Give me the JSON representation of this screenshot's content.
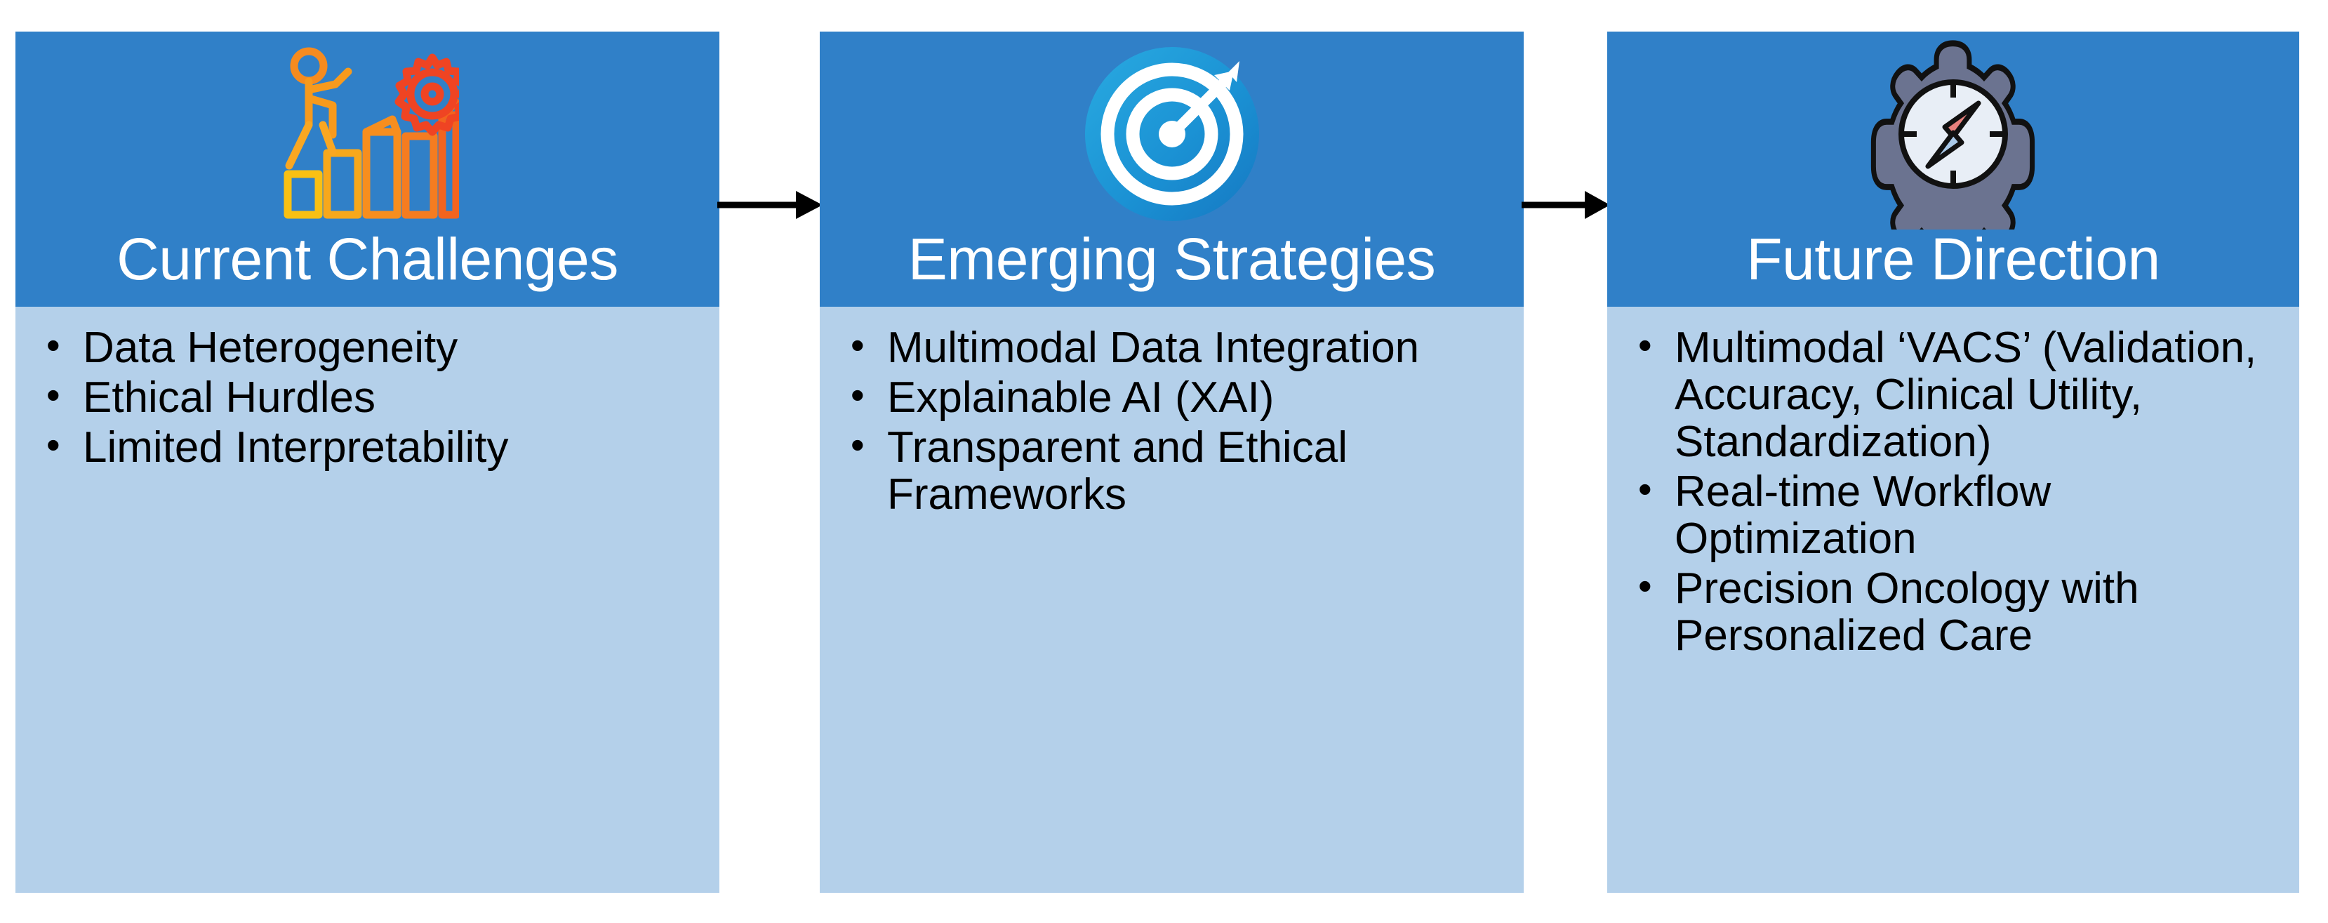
{
  "diagram": {
    "type": "process-flow",
    "direction": "left-to-right",
    "connector_color": "#000000",
    "header_color": "#3080c8",
    "body_color": "#b4d0ea",
    "title_color": "#ffffff",
    "text_color": "#000000"
  },
  "stages": [
    {
      "id": "current-challenges",
      "title": "Current Challenges",
      "icon": "person-climbing-bar-chart-gear-icon",
      "icon_colors": [
        "#f7a81b",
        "#f57c20",
        "#ef4423"
      ],
      "bullets": [
        "Data Heterogeneity",
        "Ethical Hurdles",
        "Limited Interpretability"
      ]
    },
    {
      "id": "emerging-strategies",
      "title": "Emerging Strategies",
      "icon": "target-bullseye-arrow-icon",
      "icon_colors": [
        "#2196d3",
        "#1b9ad6",
        "#ffffff"
      ],
      "bullets": [
        "Multimodal Data Integration",
        "Explainable AI (XAI)",
        "Transparent and Ethical Frameworks"
      ]
    },
    {
      "id": "future-direction",
      "title": "Future Direction",
      "icon": "compass-in-gear-icon",
      "icon_colors": [
        "#6b7390",
        "#e8eef6",
        "#e8807d",
        "#a9c9e8"
      ],
      "bullets": [
        "Multimodal ‘VACS’ (Validation, Accuracy, Clinical Utility, Standardization)",
        "Real-time Workflow Optimization",
        "Precision Oncology with Personalized Care"
      ]
    }
  ],
  "connectors": [
    {
      "id": "arrow-challenges-to-strategies",
      "from": "current-challenges",
      "to": "emerging-strategies",
      "glyph": "arrow-right-icon"
    },
    {
      "id": "arrow-strategies-to-future",
      "from": "emerging-strategies",
      "to": "future-direction",
      "glyph": "arrow-right-icon"
    }
  ]
}
